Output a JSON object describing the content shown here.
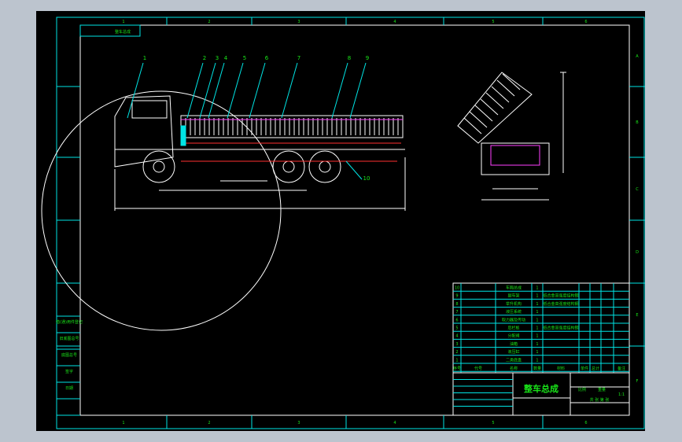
{
  "drawing": {
    "title": "整车总成",
    "colors": {
      "background": "#000000",
      "frame": "#ffffff",
      "grid": "#00e5e5",
      "text": "#19e619",
      "hidden": "#ff3030",
      "accent": "#ff40ff"
    },
    "zone_columns": [
      "1",
      "2",
      "3",
      "4",
      "5",
      "6"
    ],
    "zone_rows": [
      "A",
      "B",
      "C",
      "D",
      "E",
      "F"
    ],
    "balloons": [
      "1",
      "2",
      "3",
      "4",
      "5",
      "6",
      "7",
      "8",
      "9",
      "10"
    ],
    "left_block": [
      "借(通)用件登记",
      "旧底图总号",
      "底图总号",
      "签字",
      "日期"
    ],
    "bom_header": [
      "序号",
      "代号",
      "名称",
      "数量",
      "材料",
      "单件",
      "总计",
      "备注"
    ],
    "bom_rows": [
      {
        "no": "10",
        "name": "车厢总成",
        "qty": "1",
        "material": ""
      },
      {
        "no": "9",
        "name": "副车架",
        "qty": "1",
        "material": "低合金高强度结构钢"
      },
      {
        "no": "8",
        "name": "举升机构",
        "qty": "1",
        "material": "低合金高强度结构钢"
      },
      {
        "no": "7",
        "name": "液压系统",
        "qty": "1",
        "material": ""
      },
      {
        "no": "6",
        "name": "取力器及传动",
        "qty": "1",
        "material": ""
      },
      {
        "no": "5",
        "name": "后栏板",
        "qty": "1",
        "material": "低合金高强度结构钢"
      },
      {
        "no": "4",
        "name": "分配阀",
        "qty": "1",
        "material": ""
      },
      {
        "no": "3",
        "name": "油箱",
        "qty": "1",
        "material": ""
      },
      {
        "no": "2",
        "name": "液压缸",
        "qty": "1",
        "material": ""
      },
      {
        "no": "1",
        "name": "二类底盘",
        "qty": "1",
        "material": ""
      }
    ],
    "title_block": {
      "scale_label": "比例",
      "scale": "1:1",
      "weight_label": "重量",
      "sheet_label": "共 张 第 张"
    }
  }
}
